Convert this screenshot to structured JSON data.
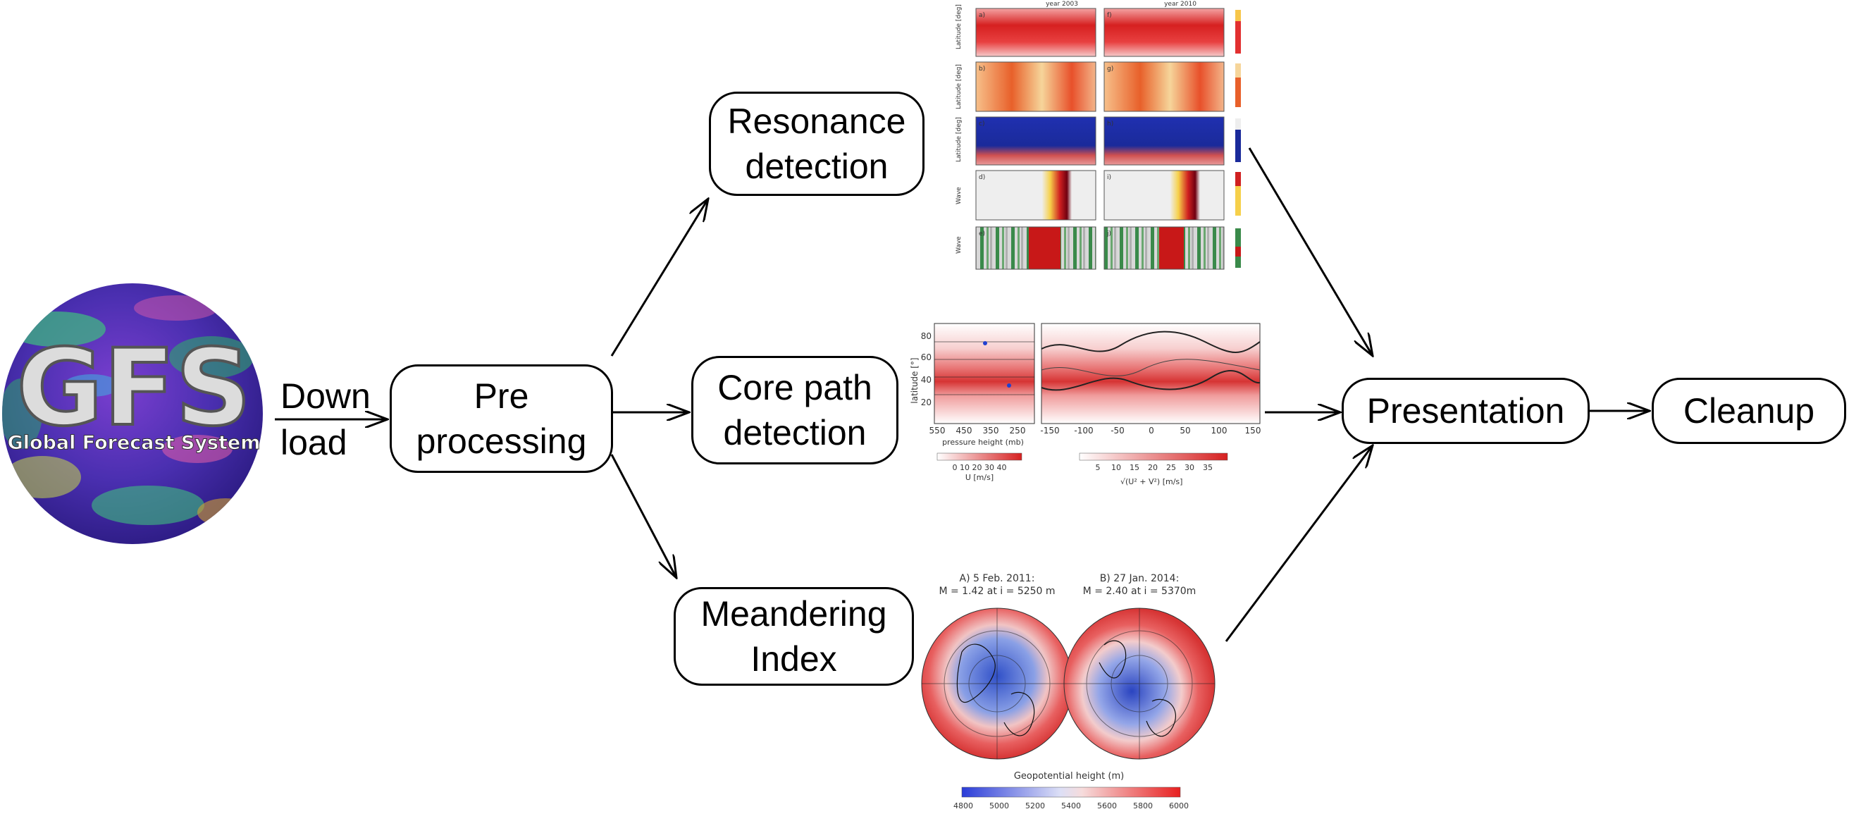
{
  "logo": {
    "title": "GFS",
    "subtitle": "Global Forecast System"
  },
  "edge_download": {
    "line1": "Down",
    "line2": "load"
  },
  "nodes": {
    "preprocessing": {
      "line1": "Pre",
      "line2": "processing"
    },
    "resonance": {
      "line1": "Resonance",
      "line2": "detection"
    },
    "corepath": {
      "line1": "Core path",
      "line2": "detection"
    },
    "meandering": {
      "line1": "Meandering",
      "line2": "Index"
    },
    "presentation": {
      "line1": "Presentation"
    },
    "cleanup": {
      "line1": "Cleanup"
    }
  },
  "resonance_fig": {
    "col_left": "year 2003",
    "col_right": "year 2010",
    "row_label_lat": "Latitude [deg]",
    "row_label_wave": "Wave",
    "panel_letters": [
      "a)",
      "b)",
      "c)",
      "d)",
      "e)",
      "f)",
      "g)",
      "h)",
      "i)",
      "j)"
    ]
  },
  "corepath_fig": {
    "ylabel": "latitude [°]",
    "yticks": [
      "80",
      "60",
      "40",
      "20"
    ],
    "xticks_left": [
      "550",
      "450",
      "350",
      "250"
    ],
    "xlabel_left": "pressure height (mb)",
    "xticks_right": [
      "-150",
      "-100",
      "-50",
      "0",
      "50",
      "100",
      "150"
    ],
    "cbar_left_ticks": "0 10 20 30 40",
    "cbar_left_unit": "U [m/s]",
    "cbar_right_ticks": [
      "5",
      "10",
      "15",
      "20",
      "25",
      "30",
      "35"
    ],
    "cbar_right_unit": "√(U² + V²) [m/s]"
  },
  "meander_fig": {
    "left_title_1": "A) 5 Feb. 2011:",
    "left_title_2": "M = 1.42 at i = 5250 m",
    "right_title_1": "B) 27 Jan. 2014:",
    "right_title_2": "M = 2.40 at i = 5370m",
    "cbar_label": "Geopotential height (m)",
    "cbar_ticks": [
      "4800",
      "5000",
      "5200",
      "5400",
      "5600",
      "5800",
      "6000"
    ]
  },
  "colors": {
    "stroke": "#000000",
    "red": "#d62728",
    "blue": "#3b4cc0"
  }
}
